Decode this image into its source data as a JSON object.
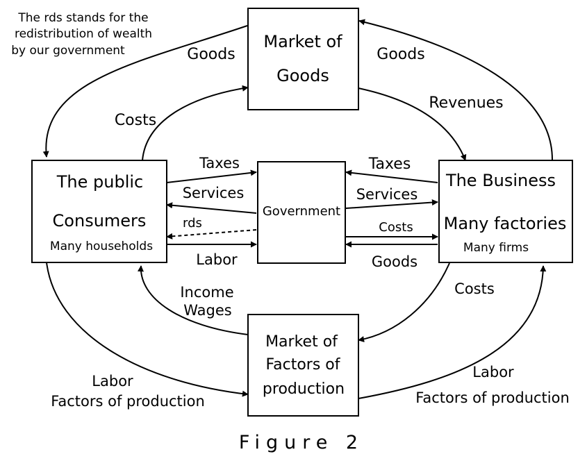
{
  "note": {
    "line1": "The rds stands for the",
    "line2": "redistribution of wealth",
    "line3": "by our government"
  },
  "nodes": {
    "market_goods": {
      "line1": "Market of",
      "line2": "Goods"
    },
    "public": {
      "line1": "The public",
      "line2": "Consumers",
      "line3": "Many households"
    },
    "government": {
      "line1": "Government"
    },
    "business": {
      "line1": "The Business",
      "line2": "Many factories",
      "line3": "Many firms"
    },
    "market_factors": {
      "line1": "Market of",
      "line2": "Factors of",
      "line3": "production"
    }
  },
  "flows": {
    "goods_left": "Goods",
    "goods_right": "Goods",
    "costs_top": "Costs",
    "revenues": "Revenues",
    "taxes_left": "Taxes",
    "services_left": "Services",
    "rds": "rds",
    "labor_mid": "Labor",
    "taxes_right": "Taxes",
    "services_right": "Services",
    "costs_mid": "Costs",
    "goods_mid": "Goods",
    "income": "Income",
    "wages": "Wages",
    "costs_bottom": "Costs",
    "labor_left": "Labor",
    "factors_left": "Factors of production",
    "labor_right": "Labor",
    "factors_right": "Factors of production"
  },
  "caption": "Figure 2"
}
